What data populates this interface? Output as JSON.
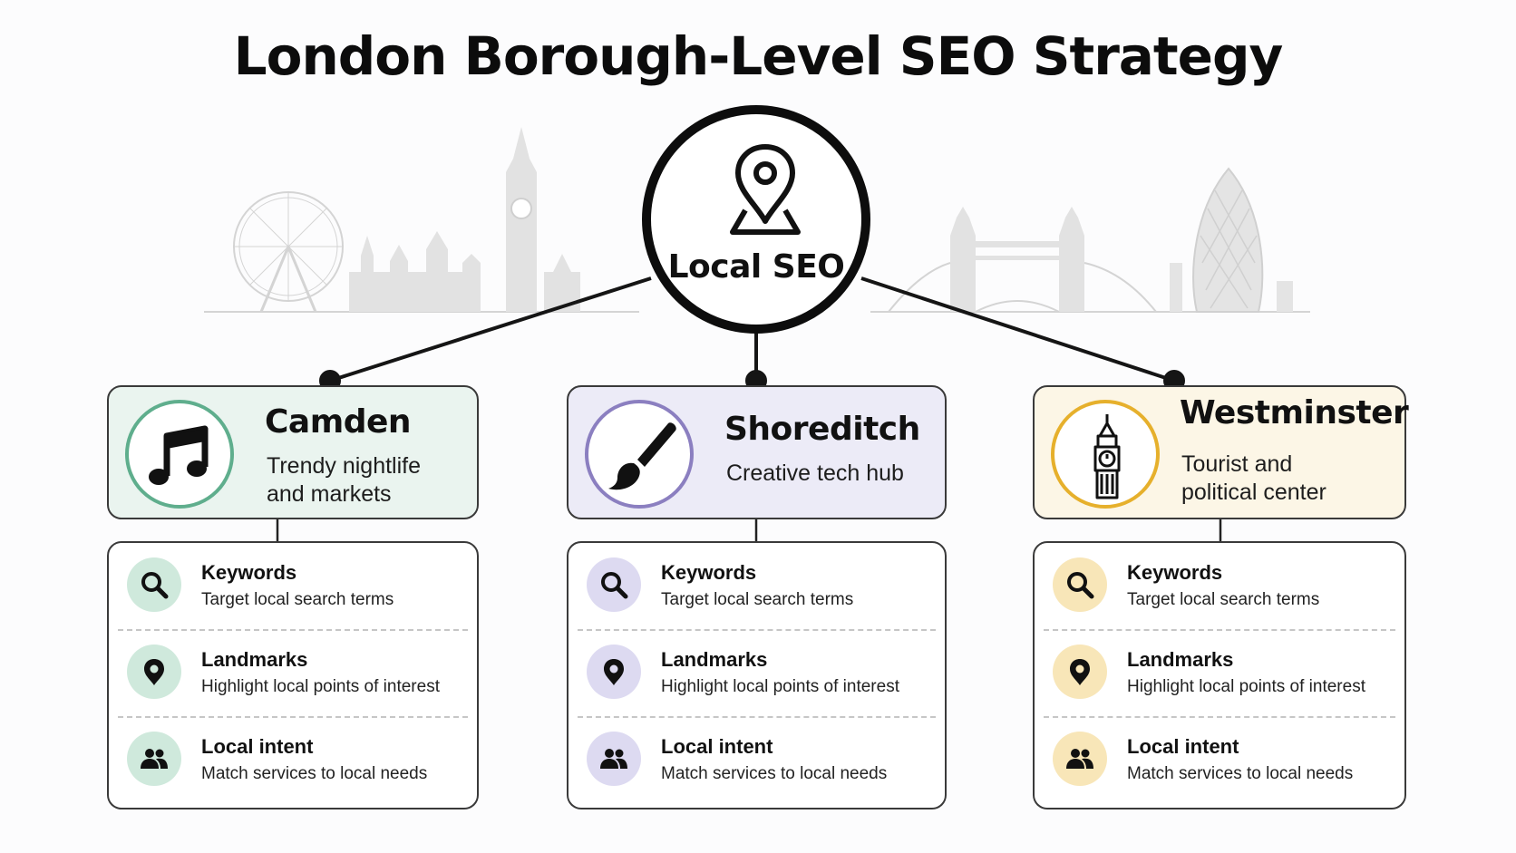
{
  "title": "London Borough-Level SEO Strategy",
  "hub": {
    "label": "Local SEO",
    "icon": "map-pin-location-icon"
  },
  "boroughs": [
    {
      "name": "Camden",
      "description": "Trendy nightlife and markets",
      "icon": "music-note-icon",
      "accent": "#5fae8d",
      "fill": "#eaf4ef",
      "badge": "#cfe9dc",
      "items": [
        {
          "title": "Keywords",
          "subtitle": "Target local search terms",
          "icon": "search-icon"
        },
        {
          "title": "Landmarks",
          "subtitle": "Highlight local points of interest",
          "icon": "location-pin-icon"
        },
        {
          "title": "Local intent",
          "subtitle": "Match services to local needs",
          "icon": "people-icon"
        }
      ]
    },
    {
      "name": "Shoreditch",
      "description": "Creative tech hub",
      "icon": "paintbrush-icon",
      "accent": "#8b7fc0",
      "fill": "#ecebf7",
      "badge": "#dddaf1",
      "items": [
        {
          "title": "Keywords",
          "subtitle": "Target local search terms",
          "icon": "search-icon"
        },
        {
          "title": "Landmarks",
          "subtitle": "Highlight local points of interest",
          "icon": "location-pin-icon"
        },
        {
          "title": "Local intent",
          "subtitle": "Match services to local needs",
          "icon": "people-icon"
        }
      ]
    },
    {
      "name": "Westminster",
      "description": "Tourist and political center",
      "icon": "big-ben-icon",
      "accent": "#e6b02c",
      "fill": "#fcf6e6",
      "badge": "#f8e6b8",
      "items": [
        {
          "title": "Keywords",
          "subtitle": "Target local search terms",
          "icon": "search-icon"
        },
        {
          "title": "Landmarks",
          "subtitle": "Highlight local points of interest",
          "icon": "location-pin-icon"
        },
        {
          "title": "Local intent",
          "subtitle": "Match services to local needs",
          "icon": "people-icon"
        }
      ]
    }
  ]
}
